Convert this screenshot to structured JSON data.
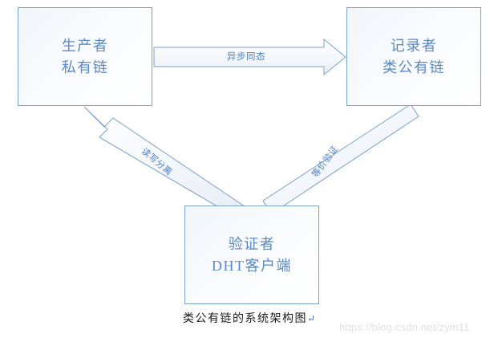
{
  "diagram": {
    "caption": "类公有链的系统架构图",
    "caption_mark": "↵",
    "watermark": "https://blog.csdn.net/zym11",
    "colors": {
      "box_border": "#7ba2cd",
      "box_text": "#5b89c4",
      "arrow_stroke": "#7ba2cd",
      "arrow_fill": "#f2f5fa",
      "label_text": "#4f7fbc",
      "caption_text": "#1b1b1b",
      "watermark_text": "#e2e2e2",
      "background": "#ffffff"
    },
    "nodes": [
      {
        "id": "producer",
        "line1": "生产者",
        "line2": "私有链"
      },
      {
        "id": "recorder",
        "line1": "记录者",
        "line2": "类公有链"
      },
      {
        "id": "validator",
        "line1": "验证者",
        "line2": "DHT客户端"
      }
    ],
    "edges": [
      {
        "id": "async-sync",
        "label": "异步同态",
        "from": "producer",
        "to": "recorder",
        "direction": "right"
      },
      {
        "id": "read-write-split",
        "label": "读写分离",
        "from": "validator",
        "to": "producer",
        "direction": "up-left"
      },
      {
        "id": "equivalence-verify",
        "label": "等价验证",
        "from": "recorder",
        "to": "validator",
        "direction": "down-left"
      }
    ]
  }
}
